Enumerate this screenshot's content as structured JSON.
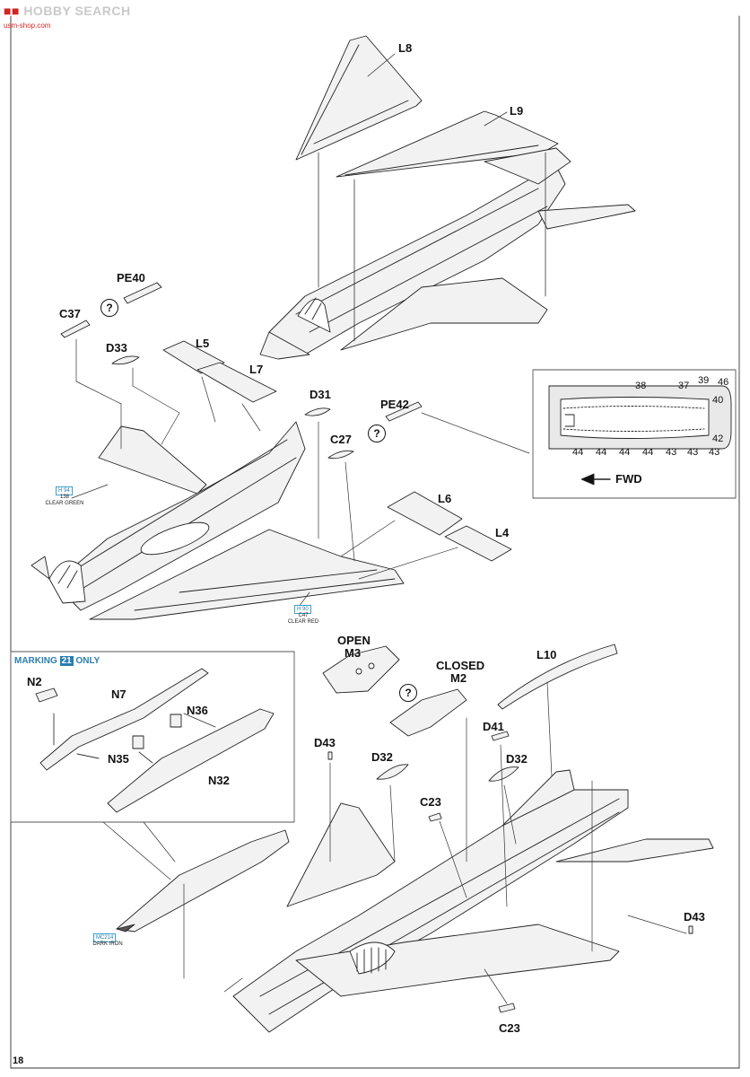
{
  "watermark": {
    "brand": "HOBBY SEARCH",
    "url": "usm-shop.com"
  },
  "page": {
    "number": "18"
  },
  "top": {
    "labels": {
      "L8": "L8",
      "L9": "L9"
    }
  },
  "middle": {
    "labels": {
      "PE40": "PE40",
      "C37": "C37",
      "D33": "D33",
      "L5": "L5",
      "L7": "L7",
      "D31": "D31",
      "PE42": "PE42",
      "C27": "C27",
      "L6": "L6",
      "L4": "L4"
    },
    "paint_green": {
      "code": "H 94",
      "number": "138",
      "name": "CLEAR GREEN"
    },
    "paint_red": {
      "code": "H 90",
      "number": "C47",
      "name": "CLEAR RED"
    }
  },
  "inset_pe": {
    "numbers_top": [
      "38",
      "37",
      "39",
      "46"
    ],
    "numbers_right": [
      "40",
      "42"
    ],
    "numbers_bottom": [
      "44",
      "44",
      "44",
      "44",
      "43",
      "43",
      "43"
    ],
    "fwd": "FWD"
  },
  "marking_box": {
    "title_prefix": "MARKING",
    "title_num": "21",
    "title_suffix": "ONLY",
    "labels": {
      "N2": "N2",
      "N7": "N7",
      "N36": "N36",
      "N35": "N35",
      "N32": "N32"
    }
  },
  "bottom": {
    "open_label": "OPEN",
    "open_part": "M3",
    "closed_label": "CLOSED",
    "closed_part": "M2",
    "labels": {
      "L10": "L10",
      "D41": "D41",
      "D43a": "D43",
      "D32a": "D32",
      "D32b": "D32",
      "C23a": "C23",
      "D43b": "D43",
      "C23b": "C23"
    },
    "paint_iron": {
      "code": "MC214",
      "name": "DARK IRON"
    }
  }
}
